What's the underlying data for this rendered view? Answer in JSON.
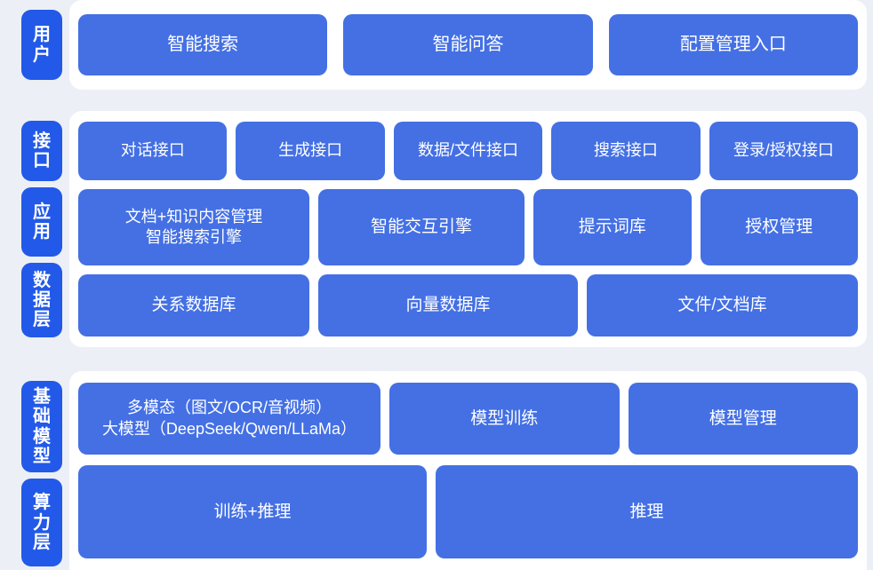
{
  "theme": {
    "page_background": "#eceff5",
    "card_background": "#ffffff",
    "tab_color": "#2259e8",
    "box_color": "#4470e4",
    "text_color": "#ffffff"
  },
  "sections": [
    {
      "id": "user",
      "tabs": [
        {
          "name": "用户",
          "chars": [
            "用",
            "户"
          ]
        }
      ],
      "rows": [
        {
          "id": "user-apps",
          "boxes": [
            {
              "label": "智能搜索"
            },
            {
              "label": "智能问答"
            },
            {
              "label": "配置管理入口"
            }
          ]
        }
      ]
    },
    {
      "id": "core",
      "tabs": [
        {
          "name": "接口",
          "chars": [
            "接",
            "口"
          ]
        },
        {
          "name": "应用",
          "chars": [
            "应",
            "用"
          ]
        },
        {
          "name": "数据层",
          "chars": [
            "数",
            "据",
            "层"
          ]
        }
      ],
      "rows": [
        {
          "id": "interface",
          "boxes": [
            {
              "label": "对话接口"
            },
            {
              "label": "生成接口"
            },
            {
              "label": "数据/文件接口"
            },
            {
              "label": "搜索接口"
            },
            {
              "label": "登录/授权接口"
            }
          ]
        },
        {
          "id": "application",
          "boxes": [
            {
              "label": "文档+知识内容管理\n智能搜索引擎",
              "lines": [
                "文档+知识内容管理",
                "智能搜索引擎"
              ]
            },
            {
              "label": "智能交互引擎"
            },
            {
              "label": "提示词库"
            },
            {
              "label": "授权管理"
            }
          ]
        },
        {
          "id": "data",
          "boxes": [
            {
              "label": "关系数据库"
            },
            {
              "label": "向量数据库"
            },
            {
              "label": "文件/文档库"
            }
          ]
        }
      ]
    },
    {
      "id": "model",
      "tabs": [
        {
          "name": "基础模型",
          "chars": [
            "基",
            "础",
            "模",
            "型"
          ]
        },
        {
          "name": "算力层",
          "chars": [
            "算",
            "力",
            "层"
          ]
        }
      ],
      "rows": [
        {
          "id": "models",
          "boxes": [
            {
              "label": "多模态（图文/OCR/音视频）\n大模型（DeepSeek/Qwen/LLaMa）",
              "lines": [
                "多模态（图文/OCR/音视频）",
                "大模型（DeepSeek/Qwen/LLaMa）"
              ]
            },
            {
              "label": "模型训练"
            },
            {
              "label": "模型管理"
            }
          ]
        },
        {
          "id": "compute",
          "boxes": [
            {
              "label": "训练+推理"
            },
            {
              "label": "推理"
            }
          ]
        }
      ]
    }
  ]
}
